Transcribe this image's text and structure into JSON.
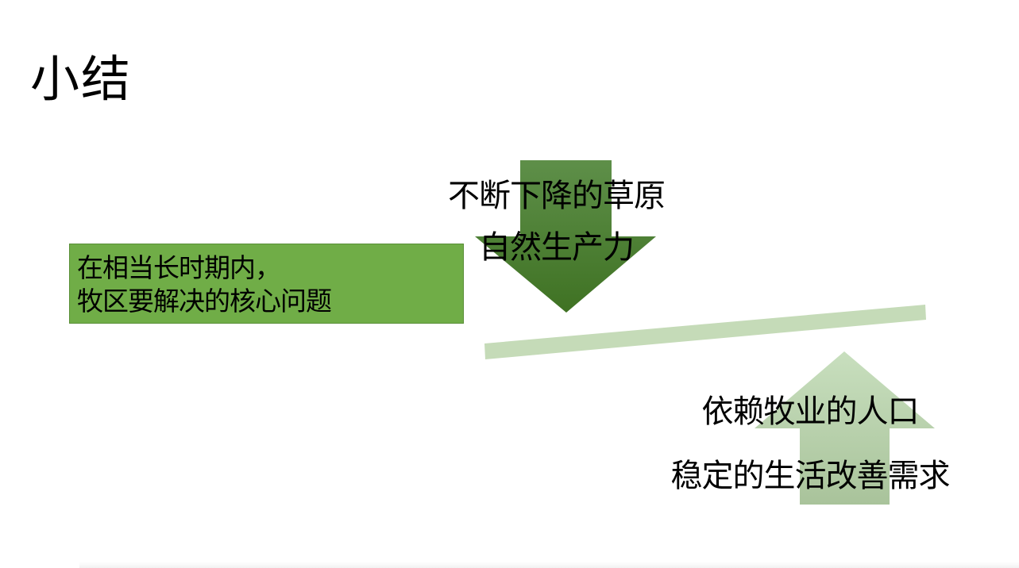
{
  "title": "小结",
  "problem_box": {
    "line1": "在相当长时期内，",
    "line2": "牧区要解决的核心问题"
  },
  "down_arrow": {
    "line1": "不断下降的草原",
    "line2": "自然生产力",
    "color_top": "#5e8f49",
    "color_bottom": "#3f7223"
  },
  "up_arrow": {
    "line1": "依赖牧业的人口",
    "line2": "稳定的生活改善需求",
    "color_top": "#c8dfbe",
    "color_bottom": "#a9c39b"
  },
  "balance_bar": {
    "color": "#c5dbb8"
  },
  "box_color": "#70ad47"
}
